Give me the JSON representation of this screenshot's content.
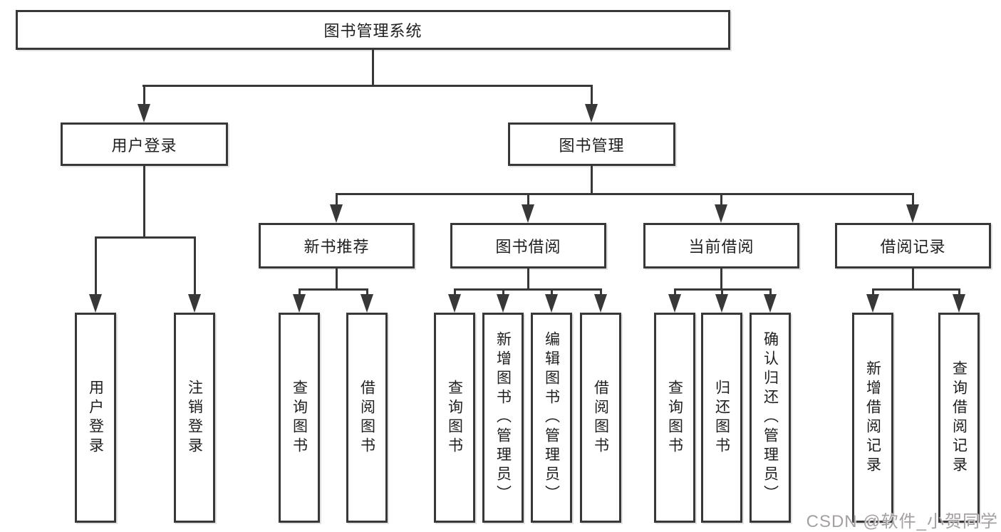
{
  "watermark": {
    "text": "CSDN @软件_小贺同学",
    "color": "#a5a0a0"
  },
  "colors": {
    "background": "#ffffff",
    "box_fill": "#ffffff",
    "box_border": "#383838",
    "connector": "#383838",
    "text": "#202020"
  },
  "tree": {
    "root": {
      "label": "图书管理系统"
    },
    "level2": [
      {
        "id": "user-login",
        "label": "用户登录"
      },
      {
        "id": "book-management",
        "label": "图书管理"
      }
    ],
    "level3": [
      {
        "id": "new-book-recommend",
        "parent": "图书管理",
        "label": "新书推荐"
      },
      {
        "id": "book-borrow",
        "parent": "图书管理",
        "label": "图书借阅"
      },
      {
        "id": "current-borrow",
        "parent": "图书管理",
        "label": "当前借阅"
      },
      {
        "id": "borrow-record",
        "parent": "图书管理",
        "label": "借阅记录"
      }
    ],
    "leaves": [
      {
        "parent": "用户登录",
        "label": "用户登录"
      },
      {
        "parent": "用户登录",
        "label": "注销登录"
      },
      {
        "parent": "新书推荐",
        "label": "查询图书"
      },
      {
        "parent": "新书推荐",
        "label": "借阅图书"
      },
      {
        "parent": "图书借阅",
        "label": "查询图书"
      },
      {
        "parent": "图书借阅",
        "label": "新增图书（管理员）"
      },
      {
        "parent": "图书借阅",
        "label": "编辑图书（管理员）"
      },
      {
        "parent": "图书借阅",
        "label": "借阅图书"
      },
      {
        "parent": "当前借阅",
        "label": "查询图书"
      },
      {
        "parent": "当前借阅",
        "label": "归还图书"
      },
      {
        "parent": "当前借阅",
        "label": "确认归还（管理员）"
      },
      {
        "parent": "借阅记录",
        "label": "新增借阅记录"
      },
      {
        "parent": "借阅记录",
        "label": "查询借阅记录"
      }
    ]
  }
}
